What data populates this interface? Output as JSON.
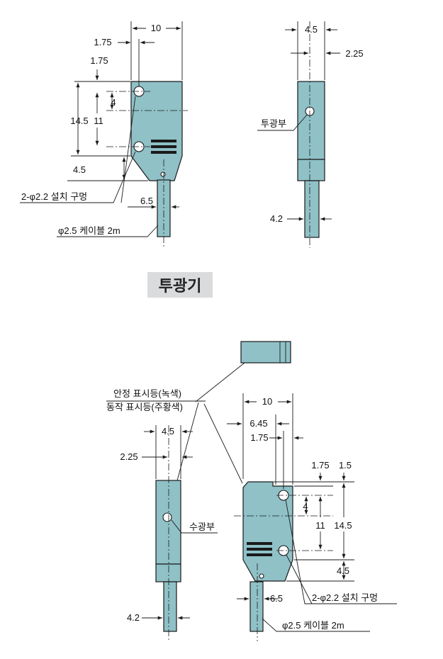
{
  "emitter": {
    "front_labels": {
      "width": "10",
      "left_offset": "1.75",
      "top_offset": "1.75",
      "overall_height": "14.5",
      "hole_pitch": "11",
      "hole_center": "4",
      "bottom_offset": "4.5",
      "mount_holes": "2-φ2.2 설치 구멍",
      "cable_offset": "6.5",
      "cable": "φ2.5 케이블 2m"
    },
    "side_labels": {
      "width": "4.5",
      "center": "2.25",
      "lens": "투광부",
      "cable_dia": "4.2"
    },
    "title": "투광기"
  },
  "receiver": {
    "indicator_stable": "안정 표시등(녹색)",
    "indicator_operation": "동작 표시등(주황색)",
    "front_labels": {
      "width": "10",
      "width2": "6.45",
      "left_offset": "1.75",
      "top_offset": "1.75",
      "top_offset2": "1.5",
      "hole_center": "4",
      "hole_pitch": "11",
      "overall_height": "14.5",
      "bottom_offset": "4.5",
      "cable_offset": "6.5",
      "mount_holes": "2-φ2.2 설치 구멍",
      "cable": "φ2.5 케이블 2m"
    },
    "side_labels": {
      "width": "4.5",
      "center": "2.25",
      "lens": "수광부",
      "cable_dia": "4.2"
    }
  }
}
